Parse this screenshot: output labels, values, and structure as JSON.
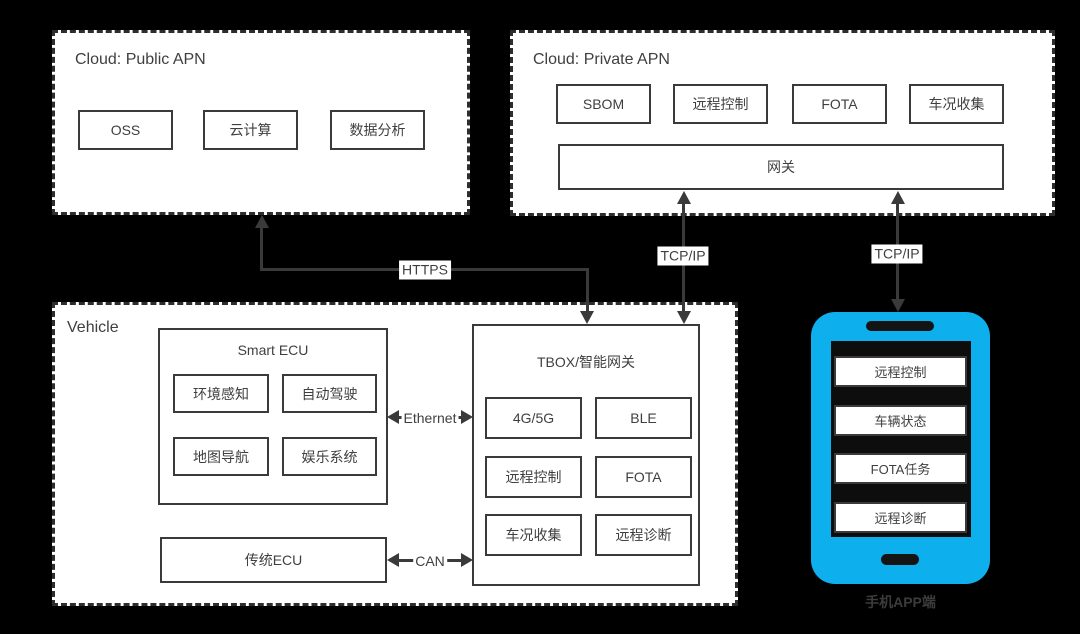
{
  "colors": {
    "background": "#000000",
    "panel_fill": "#ffffff",
    "line": "#3a3a3a",
    "text": "#3f3f3f",
    "phone_accent": "#0db0ec"
  },
  "public_apn": {
    "title": "Cloud: Public APN",
    "items": [
      "OSS",
      "云计算",
      "数据分析"
    ]
  },
  "private_apn": {
    "title": "Cloud: Private APN",
    "items": [
      "SBOM",
      "远程控制",
      "FOTA",
      "车况收集"
    ],
    "gateway_label": "网关"
  },
  "vehicle": {
    "title": "Vehicle",
    "smart_ecu": {
      "title": "Smart ECU",
      "items": [
        "环境感知",
        "自动驾驶",
        "地图导航",
        "娱乐系统"
      ]
    },
    "legacy_ecu_label": "传统ECU",
    "tbox": {
      "title": "TBOX/智能网关",
      "items": [
        "4G/5G",
        "BLE",
        "远程控制",
        "FOTA",
        "车况收集",
        "远程诊断"
      ]
    }
  },
  "phone": {
    "label": "手机APP端",
    "items": [
      "远程控制",
      "车辆状态",
      "FOTA任务",
      "远程诊断"
    ]
  },
  "connections": {
    "https_label": "HTTPS",
    "tcpip_cloud_tbox_label": "TCP/IP",
    "tcpip_cloud_phone_label": "TCP/IP",
    "ethernet_label": "Ethernet",
    "can_label": "CAN"
  }
}
